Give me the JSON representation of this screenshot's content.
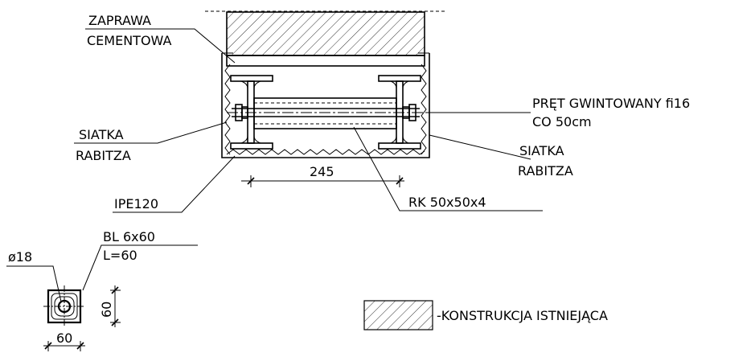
{
  "labels": {
    "zaprawa_line1": "ZAPRAWA",
    "zaprawa_line2": "CEMENTOWA",
    "pret_line1": "PRĘT GWINTOWANY fi16",
    "pret_line2": "CO 50cm",
    "siatka_left_line1": "SIATKA",
    "siatka_left_line2": "RABITZA",
    "siatka_right_line1": "SIATKA",
    "siatka_right_line2": "RABITZA",
    "ipe": "IPE120",
    "rk": "RK 50x50x4",
    "dim_245": "245",
    "bl_line1": "BL 6x60",
    "bl_line2": "L=60",
    "diameter": "ø18",
    "dim_60_horizontal": "60",
    "dim_60_vertical": "60",
    "legend_text": "-KONSTRUKCJA ISTNIEJĄCA"
  }
}
